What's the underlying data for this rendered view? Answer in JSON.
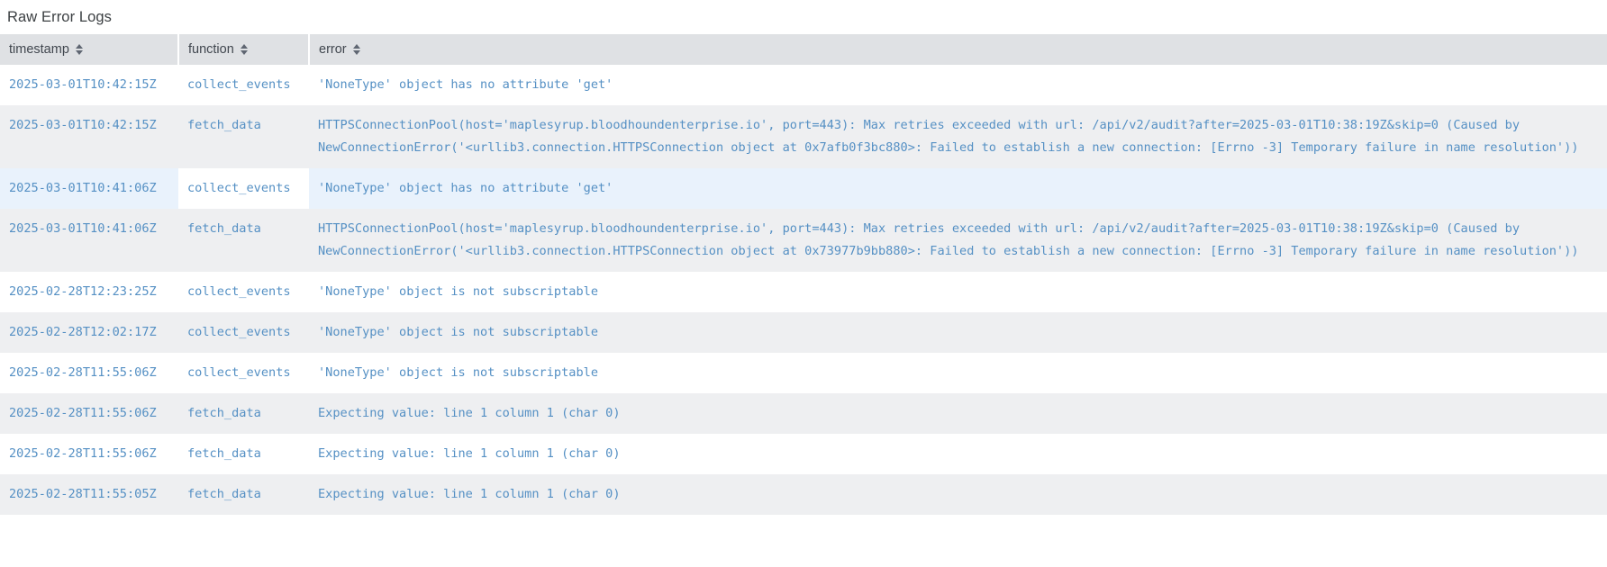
{
  "panel": {
    "title": "Raw Error Logs"
  },
  "table": {
    "columns": [
      {
        "key": "timestamp",
        "label": "timestamp",
        "sort_icon": "sort-updown-icon"
      },
      {
        "key": "function",
        "label": "function",
        "sort_icon": "sort-updown-icon"
      },
      {
        "key": "error",
        "label": "error",
        "sort_icon": "sort-updown-icon"
      }
    ],
    "rows": [
      {
        "timestamp": "2025-03-01T10:42:15Z",
        "function": "collect_events",
        "error": "'NoneType' object has no attribute 'get'",
        "stripe": "odd",
        "highlighted": false
      },
      {
        "timestamp": "2025-03-01T10:42:15Z",
        "function": "fetch_data",
        "error": "HTTPSConnectionPool(host='maplesyrup.bloodhoundenterprise.io', port=443): Max retries exceeded with url: /api/v2/audit?after=2025-03-01T10:38:19Z&skip=0 (Caused by NewConnectionError('<urllib3.connection.HTTPSConnection object at 0x7afb0f3bc880>: Failed to establish a new connection: [Errno -3] Temporary failure in name resolution'))",
        "stripe": "even",
        "highlighted": false
      },
      {
        "timestamp": "2025-03-01T10:41:06Z",
        "function": "collect_events",
        "error": "'NoneType' object has no attribute 'get'",
        "stripe": "odd",
        "highlighted": true
      },
      {
        "timestamp": "2025-03-01T10:41:06Z",
        "function": "fetch_data",
        "error": "HTTPSConnectionPool(host='maplesyrup.bloodhoundenterprise.io', port=443): Max retries exceeded with url: /api/v2/audit?after=2025-03-01T10:38:19Z&skip=0 (Caused by NewConnectionError('<urllib3.connection.HTTPSConnection object at 0x73977b9bb880>: Failed to establish a new connection: [Errno -3] Temporary failure in name resolution'))",
        "stripe": "even",
        "highlighted": false
      },
      {
        "timestamp": "2025-02-28T12:23:25Z",
        "function": "collect_events",
        "error": "'NoneType' object is not subscriptable",
        "stripe": "odd",
        "highlighted": false
      },
      {
        "timestamp": "2025-02-28T12:02:17Z",
        "function": "collect_events",
        "error": "'NoneType' object is not subscriptable",
        "stripe": "even",
        "highlighted": false
      },
      {
        "timestamp": "2025-02-28T11:55:06Z",
        "function": "collect_events",
        "error": "'NoneType' object is not subscriptable",
        "stripe": "odd",
        "highlighted": false
      },
      {
        "timestamp": "2025-02-28T11:55:06Z",
        "function": "fetch_data",
        "error": "Expecting value: line 1 column 1 (char 0)",
        "stripe": "even",
        "highlighted": false
      },
      {
        "timestamp": "2025-02-28T11:55:06Z",
        "function": "fetch_data",
        "error": "Expecting value: line 1 column 1 (char 0)",
        "stripe": "odd",
        "highlighted": false
      },
      {
        "timestamp": "2025-02-28T11:55:05Z",
        "function": "fetch_data",
        "error": "Expecting value: line 1 column 1 (char 0)",
        "stripe": "even",
        "highlighted": false
      }
    ]
  },
  "colors": {
    "header_background": "#dfe1e4",
    "header_text": "#41474f",
    "cell_text": "#5590c4",
    "row_stripe": "#eeeff1",
    "row_highlight": "#e9f2fc",
    "title_text": "#3c4043"
  }
}
